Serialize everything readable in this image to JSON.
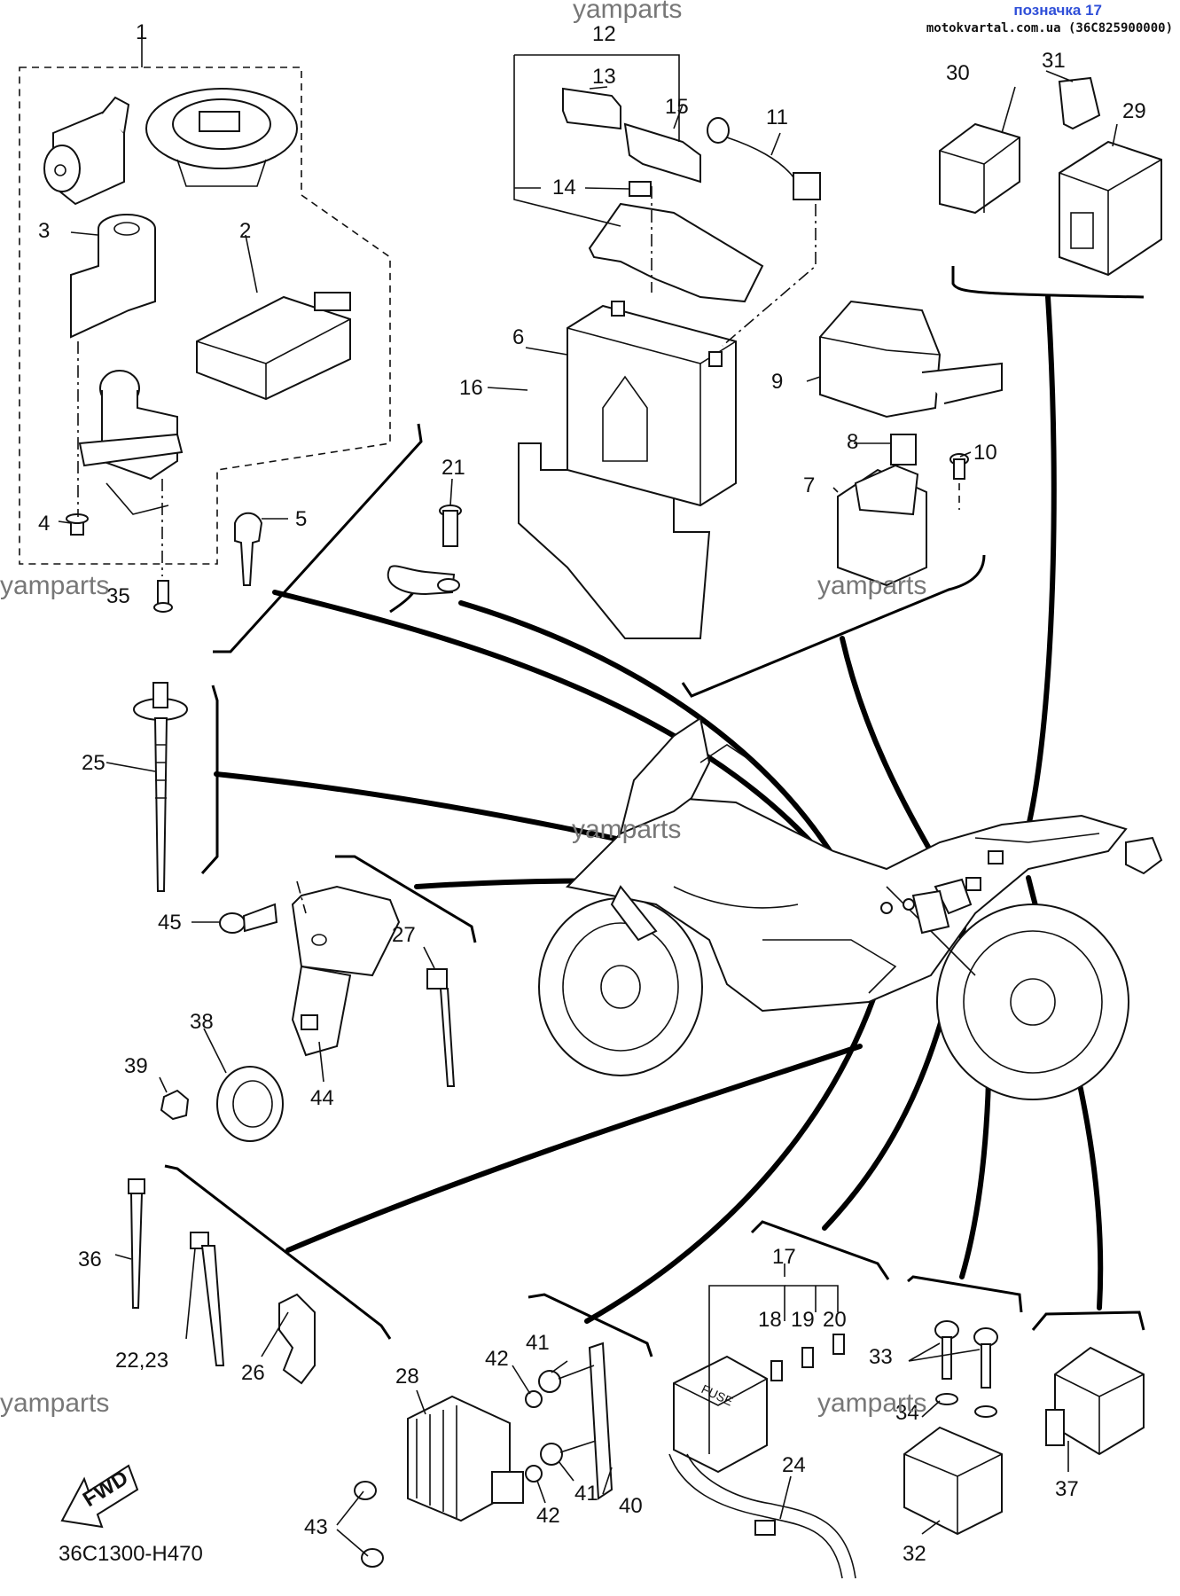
{
  "header": {
    "label_title": "позначка 17",
    "source_line": "motokvartal.com.ua (36C825900000)"
  },
  "watermark": "yamparts",
  "diagram_code": "36C1300-H470",
  "fwd_label": "FWD",
  "callouts": {
    "c1": "1",
    "c2": "2",
    "c3": "3",
    "c4": "4",
    "c5": "5",
    "c6": "6",
    "c7": "7",
    "c8": "8",
    "c9": "9",
    "c10": "10",
    "c11": "11",
    "c12": "12",
    "c13": "13",
    "c14": "14",
    "c15": "15",
    "c16": "16",
    "c17": "17",
    "c18": "18",
    "c19": "19",
    "c20": "20",
    "c21": "21",
    "c22_23": "22,23",
    "c24": "24",
    "c25": "25",
    "c26": "26",
    "c27": "27",
    "c28": "28",
    "c29": "29",
    "c30": "30",
    "c31": "31",
    "c32": "32",
    "c33": "33",
    "c34": "34",
    "c35": "35",
    "c36": "36",
    "c37": "37",
    "c38": "38",
    "c39": "39",
    "c40": "40",
    "c41a": "41",
    "c41b": "41",
    "c42a": "42",
    "c42b": "42",
    "c43": "43",
    "c44": "44",
    "c45": "45"
  },
  "fuse_box_text": "FUSE"
}
